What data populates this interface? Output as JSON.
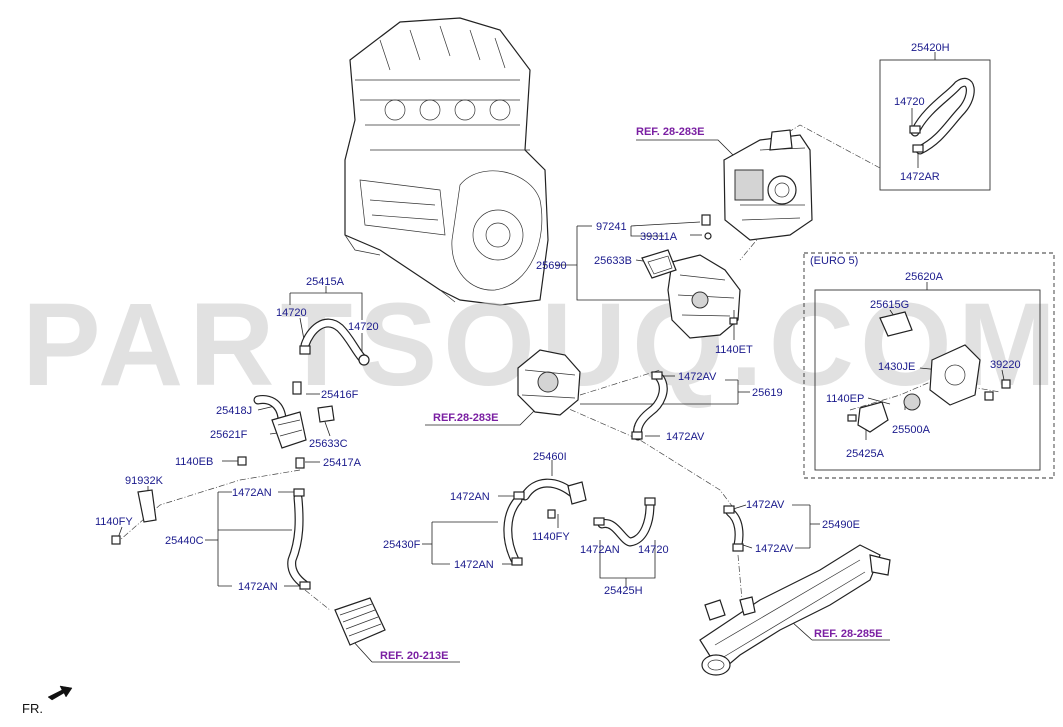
{
  "watermark": "PARTSOUQ.COM",
  "fr_label": "FR.",
  "euro_label": "(EURO 5)",
  "refs": {
    "r1": "REF. 28-283E",
    "r2": "REF.28-283E",
    "r3": "REF. 20-213E",
    "r4": "REF. 28-285E"
  },
  "labels": {
    "p25420H": "25420H",
    "p14720_a": "14720",
    "p1472AR": "1472AR",
    "p97241": "97241",
    "p39311A": "39311A",
    "p25633B": "25633B",
    "p25690": "25690",
    "p1140ET": "1140ET",
    "p25620A": "25620A",
    "p25615G": "25615G",
    "p1430JE": "1430JE",
    "p39220": "39220",
    "p1140EP": "1140EP",
    "p25500A": "25500A",
    "p25425A": "25425A",
    "p25415A": "25415A",
    "p14720_b": "14720",
    "p14720_c": "14720",
    "p25416F": "25416F",
    "p25418J": "25418J",
    "p25621F": "25621F",
    "p25633C": "25633C",
    "p1140EB": "1140EB",
    "p25417A": "25417A",
    "p91932K": "91932K",
    "p1140FY_a": "1140FY",
    "p1472AN_a": "1472AN",
    "p25440C": "25440C",
    "p1472AN_b": "1472AN",
    "p1472AV_a": "1472AV",
    "p25619": "25619",
    "p1472AV_b": "1472AV",
    "p25460I": "25460I",
    "p1472AN_c": "1472AN",
    "p1140FY_b": "1140FY",
    "p25430F": "25430F",
    "p1472AN_d": "1472AN",
    "p1472AN_e": "1472AN",
    "p14720_d": "14720",
    "p25425H": "25425H",
    "p1472AV_c": "1472AV",
    "p25490E": "25490E",
    "p1472AV_d": "1472AV"
  }
}
